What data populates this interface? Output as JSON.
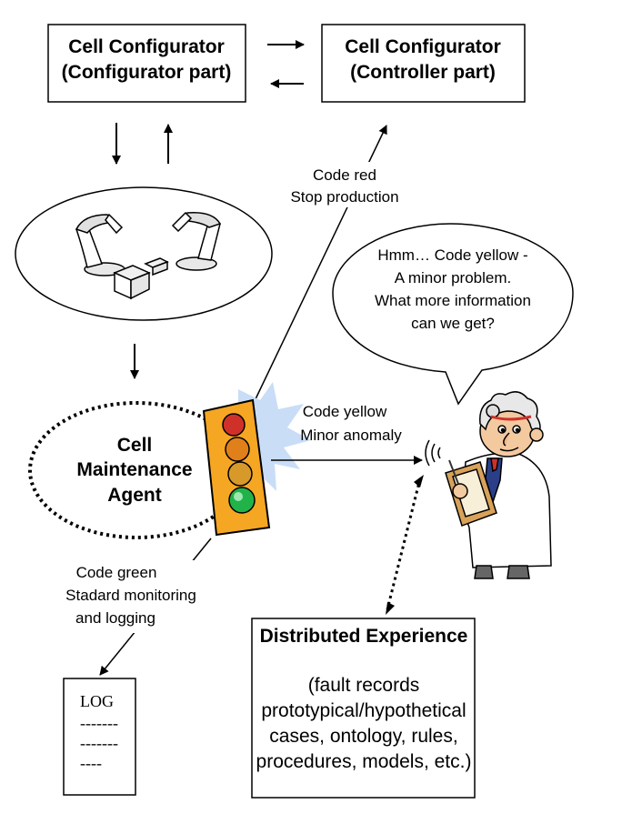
{
  "configurator_box": {
    "line1": "Cell Configurator",
    "line2": "(Configurator part)"
  },
  "controller_box": {
    "line1": "Cell Configurator",
    "line2": "(Controller part)"
  },
  "code_red": {
    "line1": "Code red",
    "line2": "Stop production"
  },
  "speech_bubble": {
    "line1": "Hmm… Code yellow -",
    "line2": "A minor problem.",
    "line3": "What more information",
    "line4": "can we get?"
  },
  "maintenance_agent": {
    "line1": "Cell",
    "line2": "Maintenance",
    "line3": "Agent"
  },
  "code_yellow": {
    "line1": "Code yellow",
    "line2": "Minor anomaly"
  },
  "code_green": {
    "line1": "Code  green",
    "line2": "Stadard monitoring",
    "line3": "and logging"
  },
  "log_document": {
    "title": "LOG",
    "line1": "-------",
    "line2": "-------",
    "line3": "----"
  },
  "distributed_experience": {
    "title": "Distributed Experience",
    "line1": "(fault records",
    "line2": "prototypical/hypothetical",
    "line3": "cases, ontology, rules,",
    "line4": "procedures, models, etc.)"
  },
  "colors": {
    "traffic_light_body": "#f5a623",
    "light_red": "#d0302a",
    "light_orange": "#e0801a",
    "light_yellow": "#d79a2a",
    "light_green": "#22b24a",
    "glow": "#b9d4f5"
  }
}
